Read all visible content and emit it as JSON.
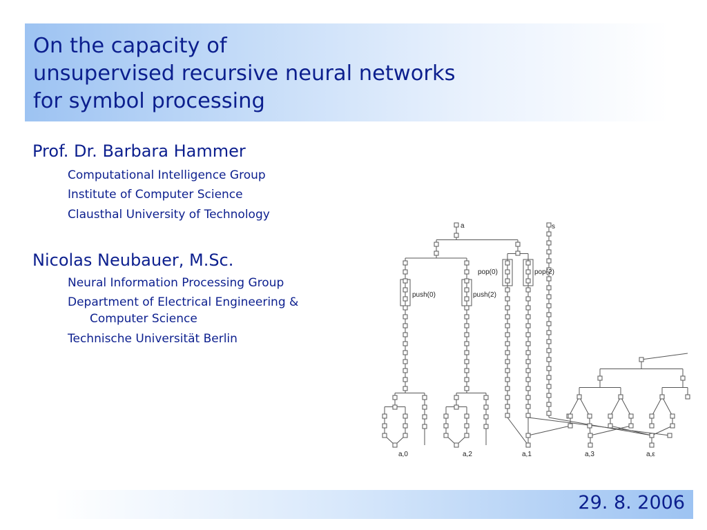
{
  "slide": {
    "title_lines": [
      "On the capacity of",
      "unsupervised recursive neural networks",
      "for symbol processing"
    ],
    "authors": [
      {
        "name": "Prof. Dr. Barbara Hammer",
        "affiliation": [
          "Computational Intelligence Group",
          "Institute of Computer Science",
          "Clausthal University of Technology"
        ]
      },
      {
        "name": "Nicolas Neubauer, M.Sc.",
        "affiliation": [
          "Neural Information Processing Group",
          "Department of Electrical Engineering &",
          "Computer Science",
          "Technische Universität Berlin"
        ]
      }
    ],
    "date": "29. 8. 2006"
  },
  "figure": {
    "node_labels": [
      "a",
      "s",
      "pop(0)",
      "pop(2)",
      "push(0)",
      "push(2)"
    ],
    "leaf_labels": [
      "a,0",
      "a,2",
      "a,1",
      "a,3",
      "a,ε"
    ]
  },
  "colors": {
    "text": "#0c1f8e",
    "band": "#9dc3f2",
    "diagram": "#555555"
  }
}
